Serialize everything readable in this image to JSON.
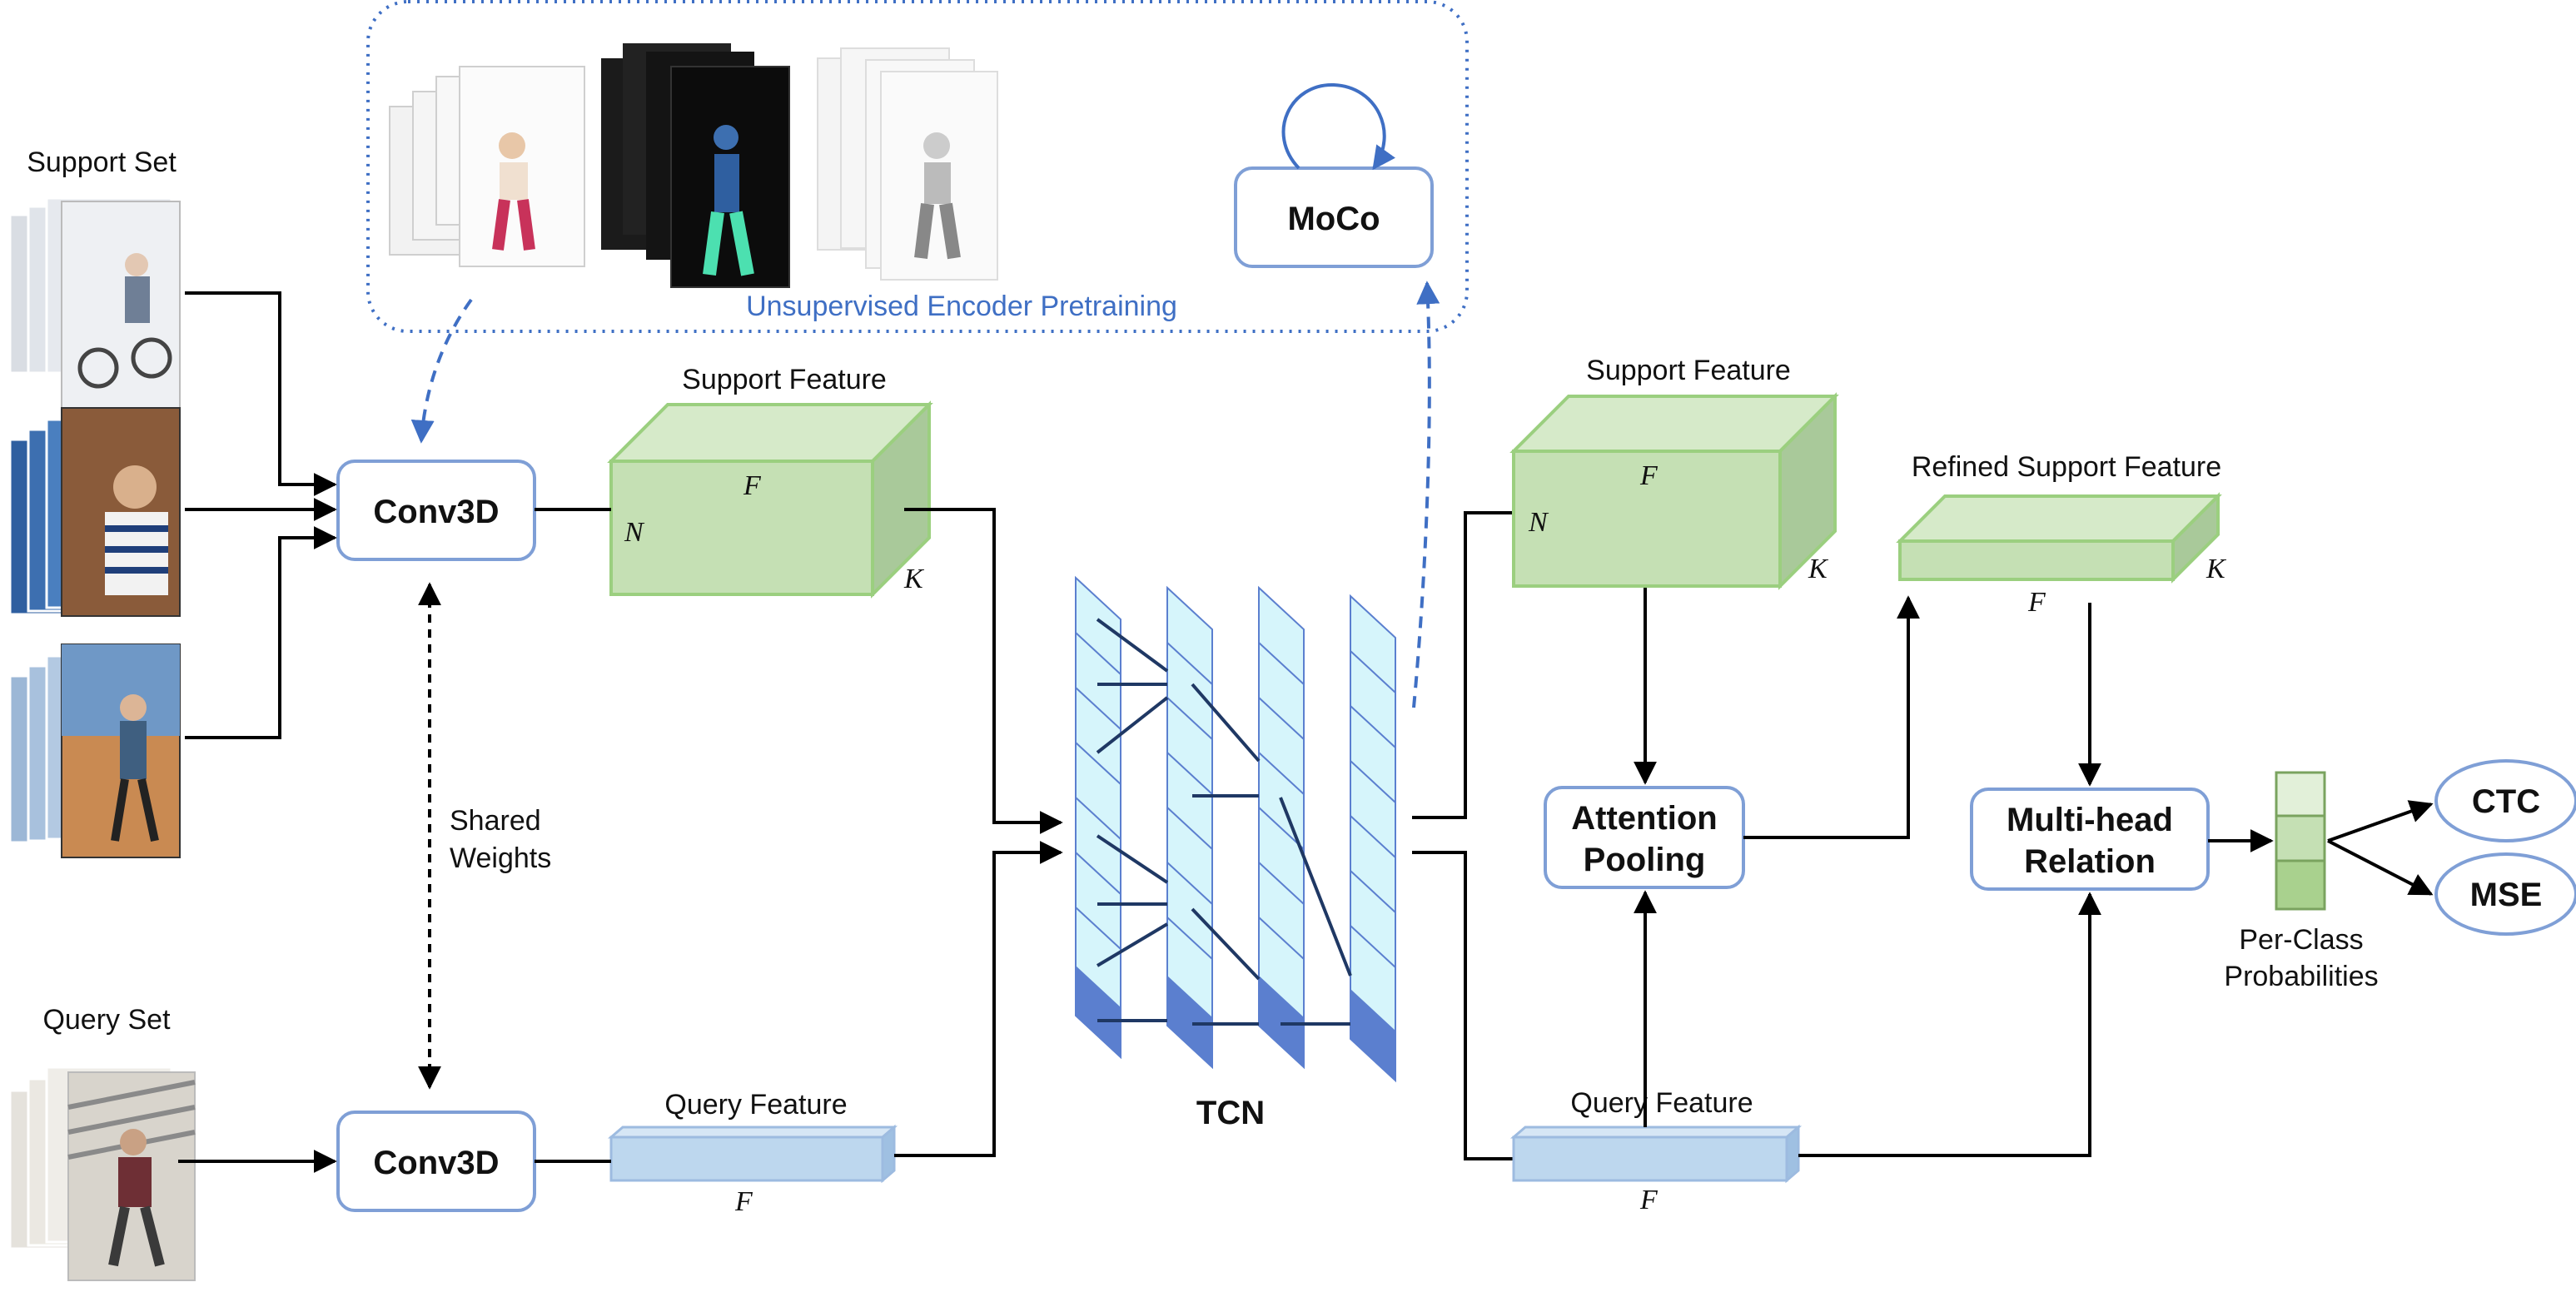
{
  "labels": {
    "support_set": "Support Set",
    "query_set": "Query Set",
    "shared_weights_line1": "Shared",
    "shared_weights_line2": "Weights",
    "conv3d_support": "Conv3D",
    "conv3d_query": "Conv3D",
    "pretrain": "Unsupervised Encoder Pretraining",
    "moco": "MoCo",
    "support_feature_left": "Support Feature",
    "query_feature_left": "Query Feature",
    "tcn": "TCN",
    "support_feature_right": "Support Feature",
    "refined_support_feature": "Refined Support Feature",
    "query_feature_right": "Query Feature",
    "attention_pooling_line1": "Attention",
    "attention_pooling_line2": "Pooling",
    "multihead_line1": "Multi-head",
    "multihead_line2": "Relation",
    "per_class_line1": "Per-Class",
    "per_class_line2": "Probabilities",
    "ctc": "CTC",
    "mse": "MSE"
  },
  "dims": {
    "f": "F",
    "n": "N",
    "k": "K"
  },
  "colors": {
    "box_border": "#7f9fd6",
    "accent_blue": "#3f6fc4",
    "feature_green": "#c5e0b4",
    "feature_green_top": "#d6eac9",
    "feature_green_side": "#a9c99a",
    "query_blue": "#bdd7ee",
    "tcn_fill": "#d6f5fb",
    "tcn_dark": "#5b7fcf"
  },
  "icons": {
    "support_thumbnails": "video-frame-stack-thumbnails",
    "pretrain_thumbnails": "augmented-video-frame-stacks"
  }
}
